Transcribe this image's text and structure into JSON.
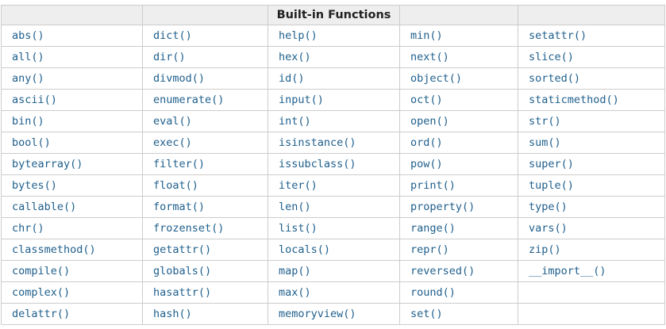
{
  "table": {
    "header": [
      "",
      "",
      "Built-in Functions",
      "",
      ""
    ],
    "rows": [
      [
        "abs()",
        "dict()",
        "help()",
        "min()",
        "setattr()"
      ],
      [
        "all()",
        "dir()",
        "hex()",
        "next()",
        "slice()"
      ],
      [
        "any()",
        "divmod()",
        "id()",
        "object()",
        "sorted()"
      ],
      [
        "ascii()",
        "enumerate()",
        "input()",
        "oct()",
        "staticmethod()"
      ],
      [
        "bin()",
        "eval()",
        "int()",
        "open()",
        "str()"
      ],
      [
        "bool()",
        "exec()",
        "isinstance()",
        "ord()",
        "sum()"
      ],
      [
        "bytearray()",
        "filter()",
        "issubclass()",
        "pow()",
        "super()"
      ],
      [
        "bytes()",
        "float()",
        "iter()",
        "print()",
        "tuple()"
      ],
      [
        "callable()",
        "format()",
        "len()",
        "property()",
        "type()"
      ],
      [
        "chr()",
        "frozenset()",
        "list()",
        "range()",
        "vars()"
      ],
      [
        "classmethod()",
        "getattr()",
        "locals()",
        "repr()",
        "zip()"
      ],
      [
        "compile()",
        "globals()",
        "map()",
        "reversed()",
        "__import__()"
      ],
      [
        "complex()",
        "hasattr()",
        "max()",
        "round()",
        ""
      ],
      [
        "delattr()",
        "hash()",
        "memoryview()",
        "set()",
        ""
      ]
    ]
  },
  "colors": {
    "link": "#20608d",
    "header_bg": "#eeeeee",
    "border": "#cccccc",
    "header_text": "#222222"
  }
}
